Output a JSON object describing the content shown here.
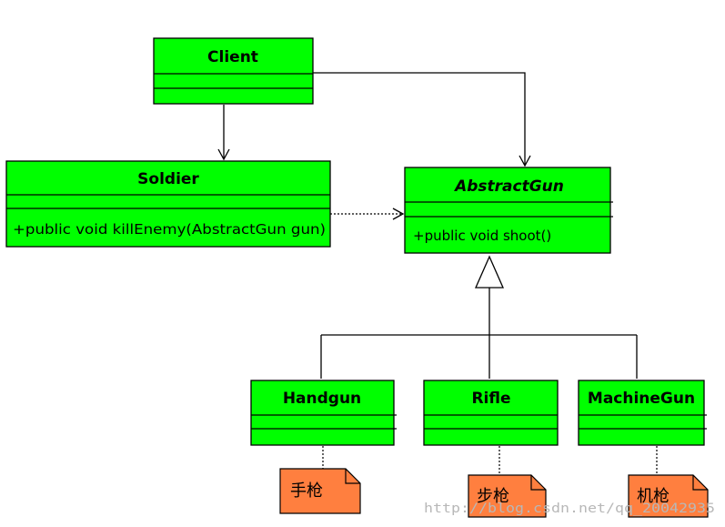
{
  "colors": {
    "class_fill": "#00ff00",
    "note_fill": "#ff7f3f",
    "watermark": "#b8b8b8"
  },
  "classes": {
    "client": {
      "name": "Client"
    },
    "soldier": {
      "name": "Soldier",
      "operation": "+public void killEnemy(AbstractGun gun)"
    },
    "abstract_gun": {
      "name": "AbstractGun",
      "operation": "+public void  shoot()"
    },
    "handgun": {
      "name": "Handgun"
    },
    "rifle": {
      "name": "Rifle"
    },
    "machine_gun": {
      "name": "MachineGun"
    }
  },
  "notes": {
    "handgun": "手枪",
    "rifle": "步枪",
    "machine_gun": "机枪"
  },
  "watermark": "http://blog.csdn.net/qq_20042935"
}
